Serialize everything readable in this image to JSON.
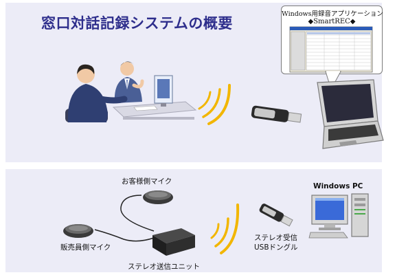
{
  "title": "窓口対話記録システムの概要",
  "callout": {
    "line1": "Windows用録音アプリケーション",
    "line2": "◆SmartREC◆"
  },
  "labels": {
    "customer_mic": "お客様側マイク",
    "staff_mic": "販売員側マイク",
    "transmitter": "ステレオ送信ユニット",
    "receiver_line1": "ステレオ受信",
    "receiver_line2": "USBドングル",
    "windows_pc": "Windows PC"
  },
  "colors": {
    "title": "#2e2e8c",
    "panel_bg": "#ececf7",
    "wave": "#f2b600"
  }
}
